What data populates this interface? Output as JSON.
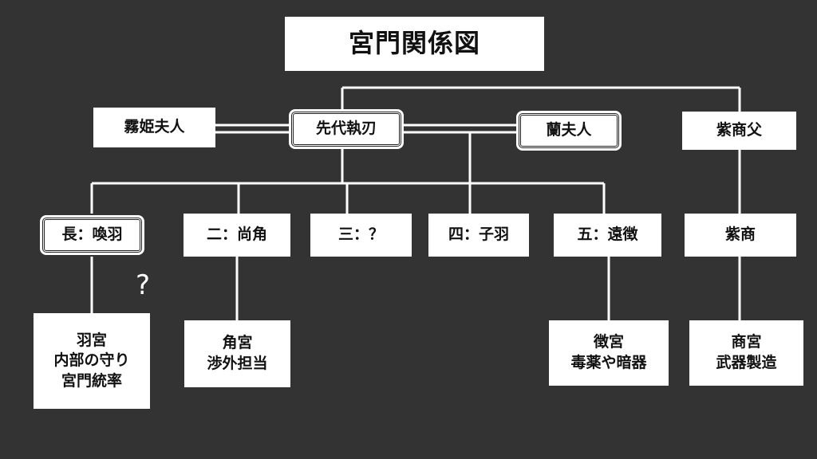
{
  "title": "宮門関係図",
  "parents": {
    "wuji": "霧姫夫人",
    "senshitsujin": "先代執刃",
    "ranfujin": "蘭夫人",
    "shishofu": "紫商父"
  },
  "children": {
    "first": "長：喚羽",
    "second": "二：尚角",
    "third": "三：？",
    "fourth": "四：子羽",
    "fifth": "五：遠徴",
    "shisho": "紫商"
  },
  "roles": {
    "ukyu": [
      "羽宮",
      "内部の守り",
      "宮門統率"
    ],
    "kakukyu": [
      "角宮",
      "渉外担当"
    ],
    "chokyu": [
      "徴宮",
      "毒薬や暗器"
    ],
    "shokyu": [
      "商宮",
      "武器製造"
    ]
  },
  "annotation": "?",
  "colors": {
    "background": "#333333",
    "box": "#ffffff",
    "line": "#ffffff",
    "text": "#111111"
  }
}
